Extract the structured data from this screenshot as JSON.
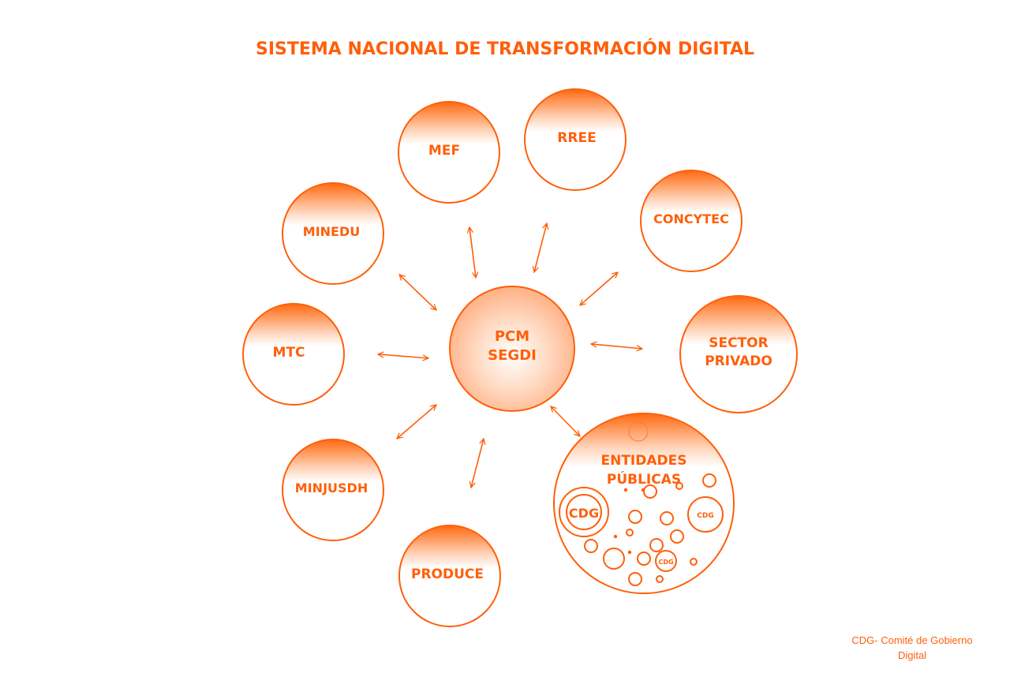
{
  "title": "SISTEMA NACIONAL DE TRANSFORMACIÓN DIGITAL",
  "center": {
    "line1": "PCM",
    "line2": "SEGDI"
  },
  "nodes": {
    "mef": "MEF",
    "rree": "RREE",
    "concytec": "CONCYTEC",
    "sector_privado_1": "SECTOR",
    "sector_privado_2": "PRIVADO",
    "minedu": "MINEDU",
    "mtc": "MTC",
    "minjusdh": "MINJUSDH",
    "produce": "PRODUCE",
    "entidades_1": "ENTIDADES",
    "entidades_2": "PÚBLICAS"
  },
  "cdg_label": "CDG",
  "footnote": {
    "line1": "CDG- Comité de Gobierno",
    "line2": "Digital"
  },
  "colors": {
    "accent": "#FF5F0A"
  }
}
